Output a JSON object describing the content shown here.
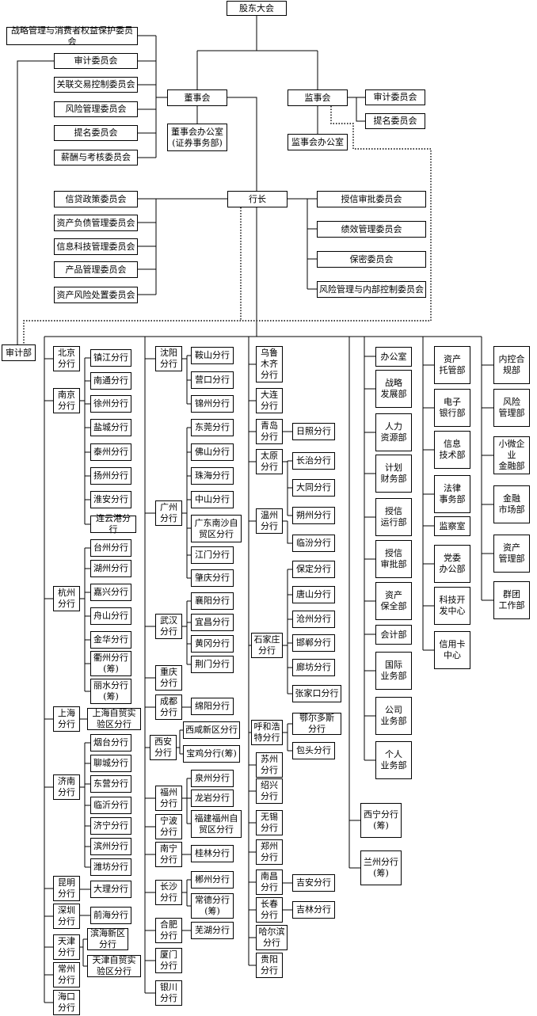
{
  "nodes": {
    "gudong": "股东大会",
    "zhanlue": "战略管理与消费者权益保护委员会",
    "shenji_l": "审计委员会",
    "guanlian": "关联交易控制委员会",
    "fengxian_l": "风险管理委员会",
    "timing_l": "提名委员会",
    "xinchou": "薪酬与考核委员会",
    "dongshi": "董事会",
    "dongban": "董事会办公室\n(证券事务部)",
    "jianshi": "监事会",
    "shenji_r": "审计委员会",
    "timing_r": "提名委员会",
    "jianban": "监事会办公室",
    "xindai": "信贷政策委员会",
    "zichan_fz": "资产负债管理委员会",
    "xinxi_kj": "信息科技管理委员会",
    "chanpin": "产品管理委员会",
    "zichan_fx": "资产风险处置委员会",
    "hangzhang": "行长",
    "shouxin": "授信审批委员会",
    "jixiao": "绩效管理委员会",
    "baomi": "保密委员会",
    "fengxian_nb": "风险管理与内部控制委员会",
    "shenjibu": "审计部",
    "beijing": "北京\n分行",
    "nanjing": "南京\n分行",
    "zhenjiang": "镇江分行",
    "nantong": "南通分行",
    "xuzhou": "徐州分行",
    "yancheng": "盐城分行",
    "taizhou_js": "泰州分行",
    "yangzhou": "扬州分行",
    "huaian": "淮安分行",
    "lianyungang": "连云港分行",
    "hangzhou": "杭州\n分行",
    "taizhou_zj": "台州分行",
    "huzhou": "湖州分行",
    "jiaxing": "嘉兴分行",
    "zhoushan": "舟山分行",
    "jinhua": "金华分行",
    "quzhou": "衢州分行\n(筹)",
    "lishui": "丽水分行\n(筹)",
    "shanghai": "上海\n分行",
    "sh_ftz": "上海自贸实\n验区分行",
    "jinan": "济南\n分行",
    "yantai": "烟台分行",
    "liaocheng": "聊城分行",
    "dongying": "东营分行",
    "linyi": "临沂分行",
    "jining": "济宁分行",
    "binzhou": "滨州分行",
    "weifang": "潍坊分行",
    "kunming": "昆明\n分行",
    "dali": "大理分行",
    "shenzhen": "深圳\n分行",
    "qianhai": "前海分行",
    "tianjin": "天津\n分行",
    "binhai": "滨海新区\n分行",
    "tj_ftz": "天津自贸实\n验区分行",
    "changzhou": "常州\n分行",
    "haikou": "海口\n分行",
    "shenyang": "沈阳\n分行",
    "anshan": "鞍山分行",
    "yingkou": "营口分行",
    "jinzhou": "锦州分行",
    "guangzhou": "广州\n分行",
    "dongguan": "东莞分行",
    "foshan": "佛山分行",
    "zhuhai": "珠海分行",
    "zhongshan": "中山分行",
    "nansha": "广东南沙自\n贸区分行",
    "jiangmen": "江门分行",
    "zhaoqing": "肇庆分行",
    "wuhan": "武汉\n分行",
    "xiangyang": "襄阳分行",
    "yichang": "宜昌分行",
    "huanggang": "黄冈分行",
    "jingmen": "荆门分行",
    "chongqing": "重庆\n分行",
    "chengdu": "成都\n分行",
    "mianyang": "绵阳分行",
    "xian": "西安\n分行",
    "xixian": "西咸新区分行",
    "baoji": "宝鸡分行(筹)",
    "fuzhou": "福州\n分行",
    "quanzhou": "泉州分行",
    "longyan": "龙岩分行",
    "fj_ftz": "福建福州自\n贸区分行",
    "ningbo": "宁波\n分行",
    "nanning": "南宁\n分行",
    "guilin": "桂林分行",
    "changsha": "长沙\n分行",
    "chenzhou": "郴州分行",
    "changde": "常德分行\n(筹)",
    "hefei": "合肥\n分行",
    "wuhu": "芜湖分行",
    "xiamen": "厦门\n分行",
    "yinchuan": "银川\n分行",
    "wulumuqi": "乌鲁\n木齐\n分行",
    "dalian": "大连\n分行",
    "qingdao": "青岛\n分行",
    "rizhao": "日照分行",
    "taiyuan": "太原\n分行",
    "changzhi": "长治分行",
    "datong": "大同分行",
    "shuozhou": "朔州分行",
    "wenzhou": "温州\n分行",
    "linfen": "临汾分行",
    "shijiazhuang": "石家庄\n分行",
    "baoding": "保定分行",
    "tangshan": "唐山分行",
    "cangzhou": "沧州分行",
    "handan": "邯郸分行",
    "langfang": "廊坊分行",
    "zhangjiakou": "张家口分行",
    "huhehaote": "呼和浩\n特分行",
    "eerduosi": "鄂尔多斯\n分行",
    "baotou": "包头分行",
    "suzhou": "苏州\n分行",
    "shaoxing": "绍兴\n分行",
    "wuxi": "无锡\n分行",
    "zhengzhou": "郑州\n分行",
    "nanchang": "南昌\n分行",
    "jian": "吉安分行",
    "changchun": "长春\n分行",
    "jilin": "吉林分行",
    "haerbin": "哈尔滨\n分行",
    "guiyang": "贵阳\n分行",
    "xining": "西宁分行\n(筹)",
    "lanzhou": "兰州分行\n(筹)",
    "bangongshi": "办公室",
    "zhanlue_fz": "战略\n发展部",
    "renli": "人力\n资源部",
    "jihua": "计划\n财务部",
    "shouxin_yx": "授信\n运行部",
    "shouxin_sp": "授信\n审批部",
    "zichan_bq": "资产\n保全部",
    "kuaiji": "会计部",
    "guoji": "国际\n业务部",
    "gongsi": "公司\n业务部",
    "geren": "个人\n业务部",
    "zichan_tg": "资产\n托管部",
    "dianzi": "电子\n银行部",
    "xinxi_js": "信息\n技术部",
    "falv": "法律\n事务部",
    "jiancha": "监察室",
    "dangwei": "党委\n办公部",
    "keji": "科技开\n发中心",
    "xinyongka": "信用卡\n中心",
    "neikong": "内控合\n规部",
    "fengxian_gl": "风险\n管理部",
    "xiaowei": "小微企业\n金融部",
    "jinrong": "金融\n市场部",
    "zichan_gl": "资产\n管理部",
    "quntuan": "群团\n工作部"
  }
}
